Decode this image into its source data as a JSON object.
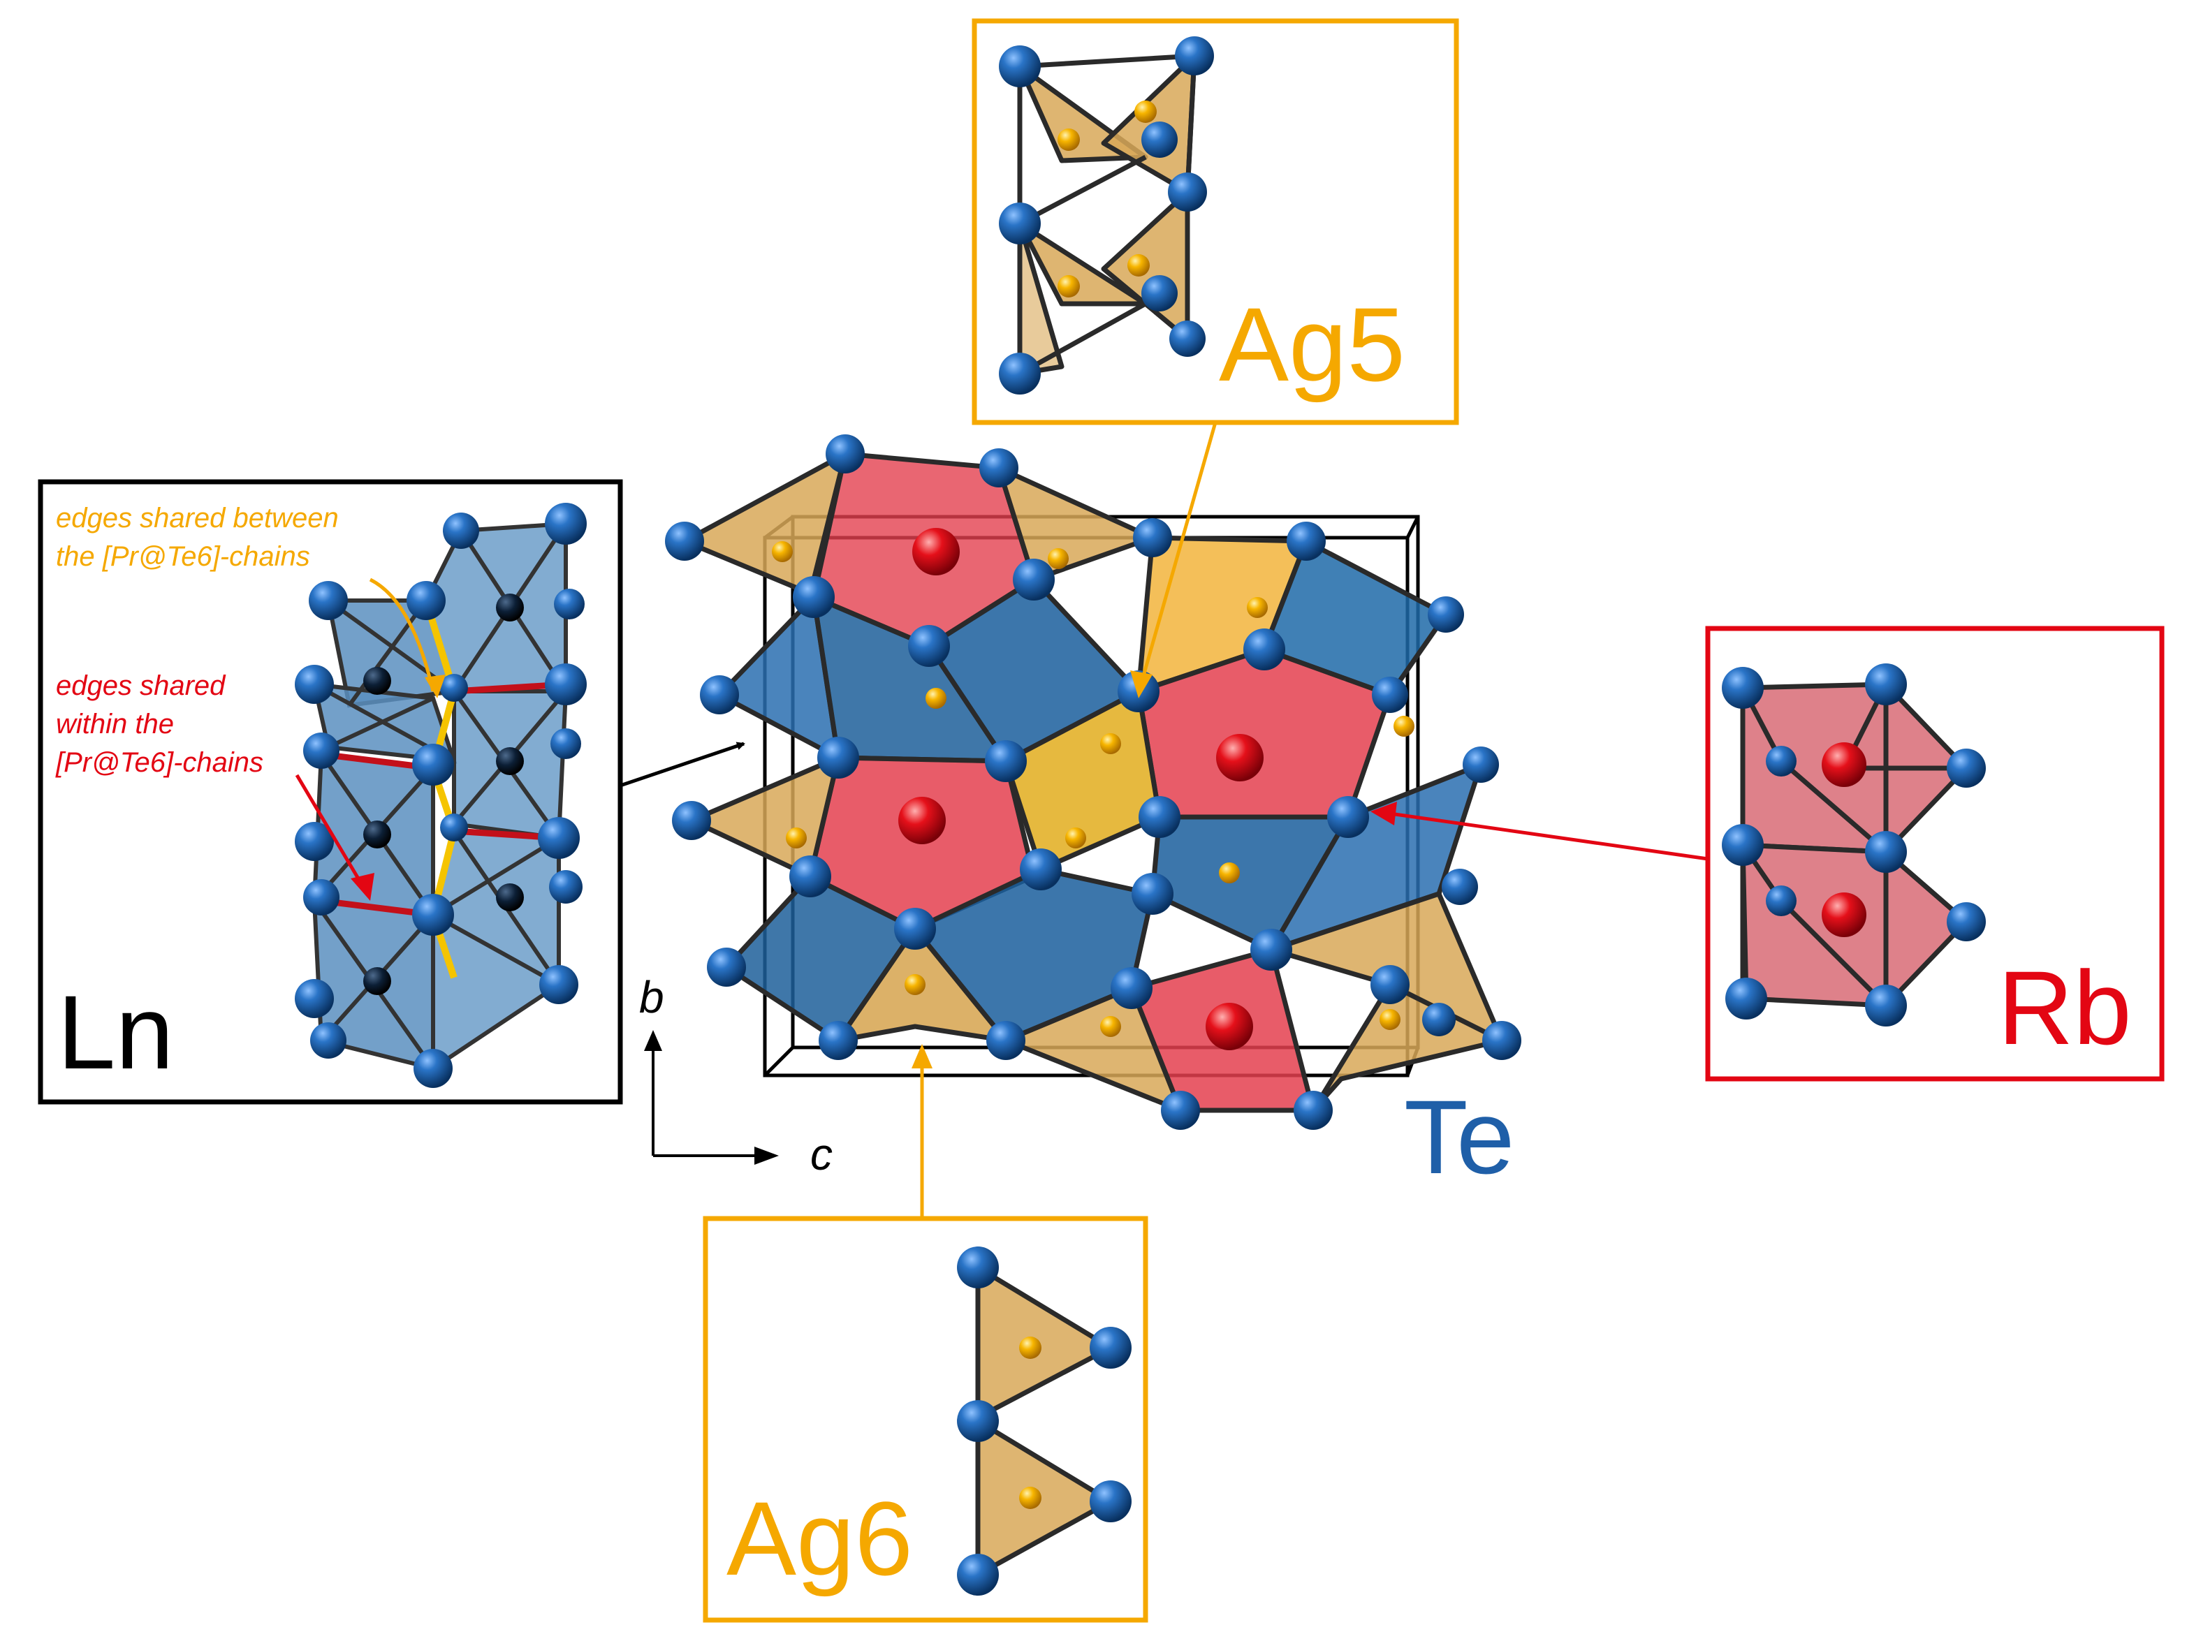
{
  "colors": {
    "te": "#1f5fa8",
    "te_dark": "#0d3e7a",
    "ag": "#f5a800",
    "ag_poly": "#d9a85a",
    "rb": "#e30613",
    "rb_poly": "#d86b76",
    "ln_poly": "#5b8fbf",
    "frame": "#000000"
  },
  "labels": {
    "ln": "Ln",
    "ag5": "Ag5",
    "ag6": "Ag6",
    "rb": "Rb",
    "te": "Te",
    "axis_b": "b",
    "axis_c": "c"
  },
  "annotations": {
    "between_line1": "edges shared between",
    "between_line2": "the [Pr@Te6]-chains",
    "within_line1": "edges shared",
    "within_line2": "within the",
    "within_line3": "[Pr@Te6]-chains"
  },
  "icons": [
    "te-atom-icon",
    "ag-atom-icon",
    "rb-atom-icon",
    "pr-atom-icon"
  ]
}
